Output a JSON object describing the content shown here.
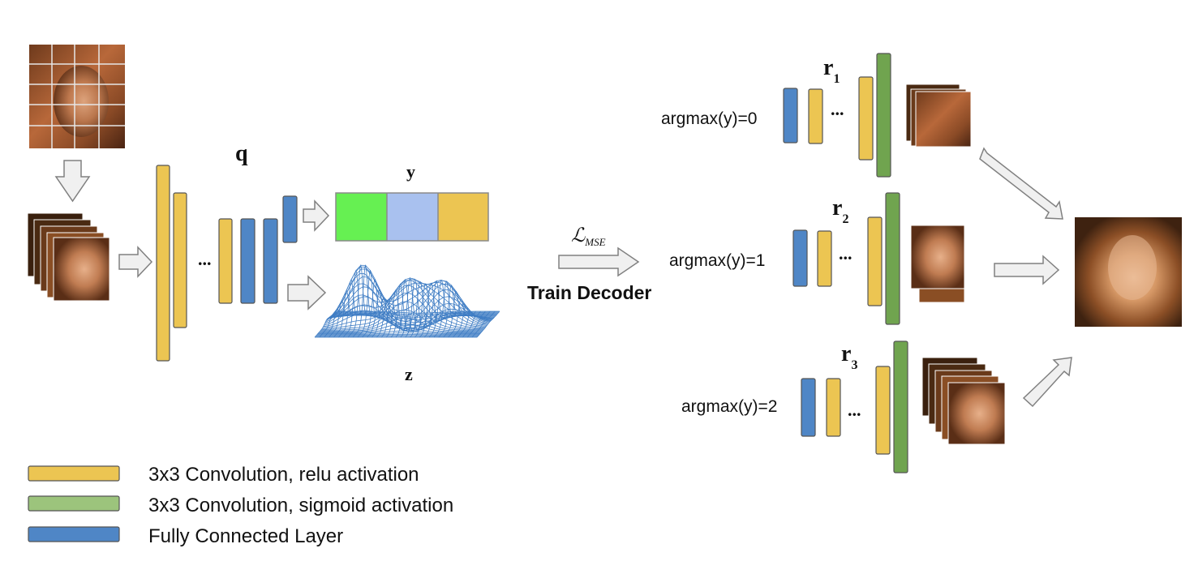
{
  "labels": {
    "q": "q",
    "y": "y",
    "z": "z",
    "ellipsis": "...",
    "loss": "ℒ",
    "loss_sub": "MSE",
    "train_decoder": "Train Decoder",
    "decoders": [
      {
        "name": "r",
        "sub": "1",
        "condition": "argmax(y)=0"
      },
      {
        "name": "r",
        "sub": "2",
        "condition": "argmax(y)=1"
      },
      {
        "name": "r",
        "sub": "3",
        "condition": "argmax(y)=2"
      }
    ]
  },
  "legend": [
    {
      "color": "#ecc552",
      "label": "3x3 Convolution, relu activation"
    },
    {
      "color": "#9cc47c",
      "label": "3x3 Convolution, sigmoid activation"
    },
    {
      "color": "#4f86c6",
      "label": "Fully Connected Layer"
    }
  ],
  "colors": {
    "conv_relu": "#ecc552",
    "conv_sigmoid": "#70a44f",
    "fc": "#4f86c6",
    "one_hot": [
      "#66f052",
      "#a9c1ef",
      "#ecc552"
    ],
    "arrow_fill": "#f0f0f0",
    "arrow_stroke": "#808080",
    "surface": "#3f7dc4"
  }
}
